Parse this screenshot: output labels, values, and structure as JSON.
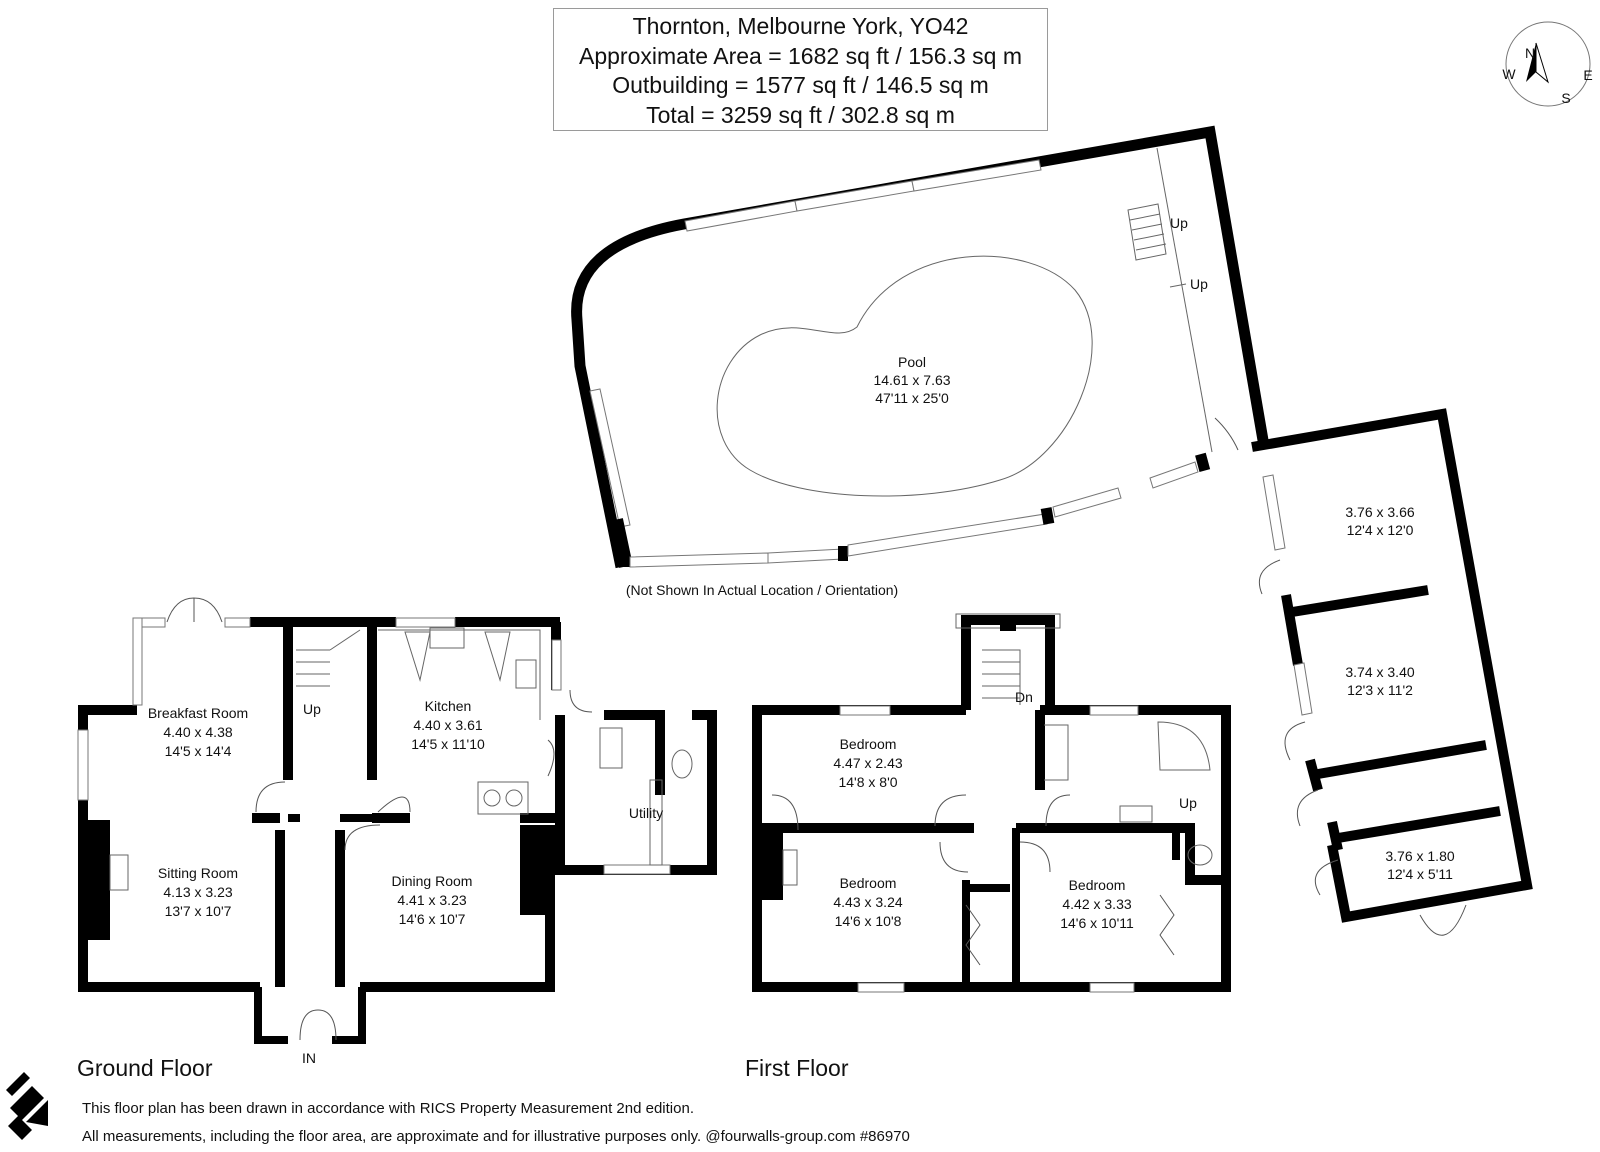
{
  "header": {
    "line1": "Thornton, Melbourne York, YO42",
    "line2": "Approximate Area = 1682 sq ft / 156.3 sq m",
    "line3": "Outbuilding = 1577 sq ft / 146.5 sq m",
    "line4": "Total = 3259 sq ft / 302.8 sq m"
  },
  "compass": {
    "n": "N",
    "e": "E",
    "s": "S",
    "w": "W"
  },
  "outbuilding": {
    "pool": {
      "name": "Pool",
      "metric": "14.61 x 7.63",
      "imperial": "47'11 x 25'0"
    },
    "room1": {
      "metric": "3.76 x 3.66",
      "imperial": "12'4 x 12'0"
    },
    "room2": {
      "metric": "3.74 x 3.40",
      "imperial": "12'3 x 11'2"
    },
    "room3": {
      "metric": "3.76 x 1.80",
      "imperial": "12'4 x 5'11"
    },
    "up1": "Up",
    "up2": "Up",
    "note": "(Not Shown In Actual Location / Orientation)"
  },
  "ground_floor": {
    "label": "Ground Floor",
    "breakfast": {
      "name": "Breakfast Room",
      "metric": "4.40 x 4.38",
      "imperial": "14'5 x 14'4"
    },
    "sitting": {
      "name": "Sitting Room",
      "metric": "4.13 x 3.23",
      "imperial": "13'7 x 10'7"
    },
    "kitchen": {
      "name": "Kitchen",
      "metric": "4.40 x 3.61",
      "imperial": "14'5 x 11'10"
    },
    "dining": {
      "name": "Dining Room",
      "metric": "4.41 x 3.23",
      "imperial": "14'6 x 10'7"
    },
    "utility": {
      "name": "Utility"
    },
    "up": "Up",
    "entrance": "IN"
  },
  "first_floor": {
    "label": "First Floor",
    "bed1": {
      "name": "Bedroom",
      "metric": "4.47 x 2.43",
      "imperial": "14'8 x 8'0"
    },
    "bed2": {
      "name": "Bedroom",
      "metric": "4.43 x 3.24",
      "imperial": "14'6 x 10'8"
    },
    "bed3": {
      "name": "Bedroom",
      "metric": "4.42 x 3.33",
      "imperial": "14'6 x 10'11"
    },
    "dn": "Dn",
    "up": "Up"
  },
  "footer": {
    "line1": "This floor plan has been drawn in accordance with RICS Property Measurement 2nd edition.",
    "line2": "All measurements, including the floor area, are approximate and for illustrative purposes only. @fourwalls-group.com #86970"
  }
}
